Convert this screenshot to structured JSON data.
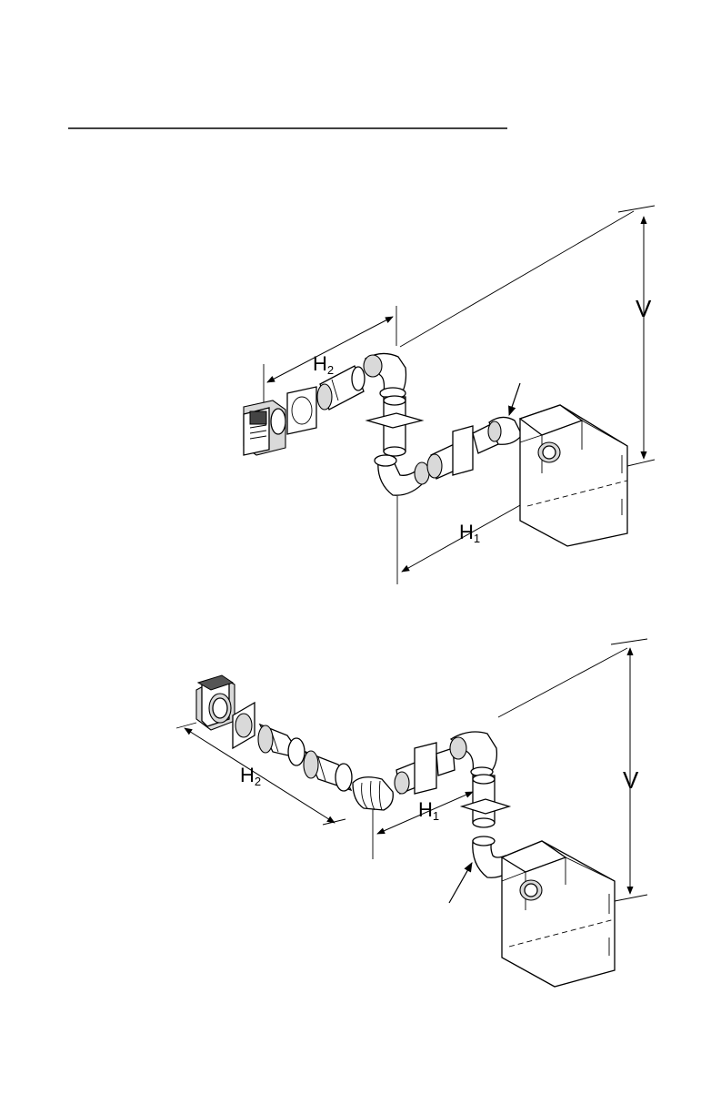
{
  "diagram_top": {
    "labels": {
      "h2": {
        "main": "H",
        "sub": "2"
      },
      "h1": {
        "main": "H",
        "sub": "1"
      },
      "v": "V"
    }
  },
  "diagram_bottom": {
    "labels": {
      "h2": {
        "main": "H",
        "sub": "2"
      },
      "h1": {
        "main": "H",
        "sub": "1"
      },
      "v": "V"
    }
  }
}
